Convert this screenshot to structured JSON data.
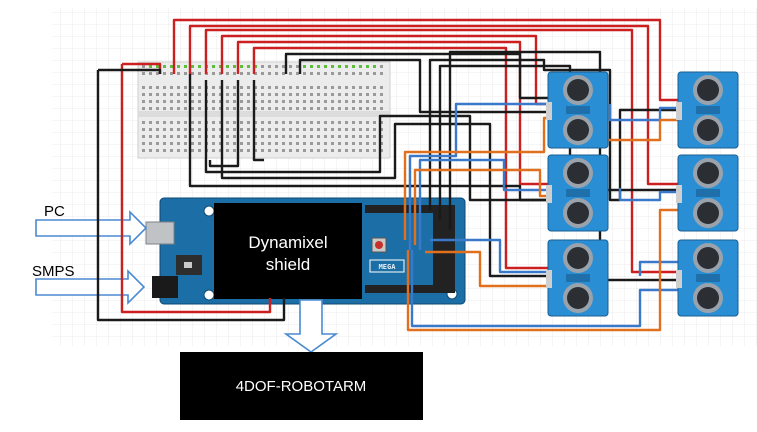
{
  "diagram": {
    "shield_label_line1": "Dynamixel",
    "shield_label_line2": "shield",
    "pc_label": "PC",
    "smps_label": "SMPS",
    "output_label": "4DOF-ROBOTARM",
    "board_label": "MEGA",
    "sensor_count": 6,
    "colors": {
      "wire_red": "#cc1f1f",
      "wire_black": "#1a1a1a",
      "wire_blue": "#3a78c9",
      "wire_orange": "#e0701e",
      "board_blue": "#1c6fa6",
      "sensor_blue": "#2a8ed4",
      "shield_black": "#000000",
      "output_black": "#000000",
      "breadboard": "#e9e9e9"
    }
  }
}
